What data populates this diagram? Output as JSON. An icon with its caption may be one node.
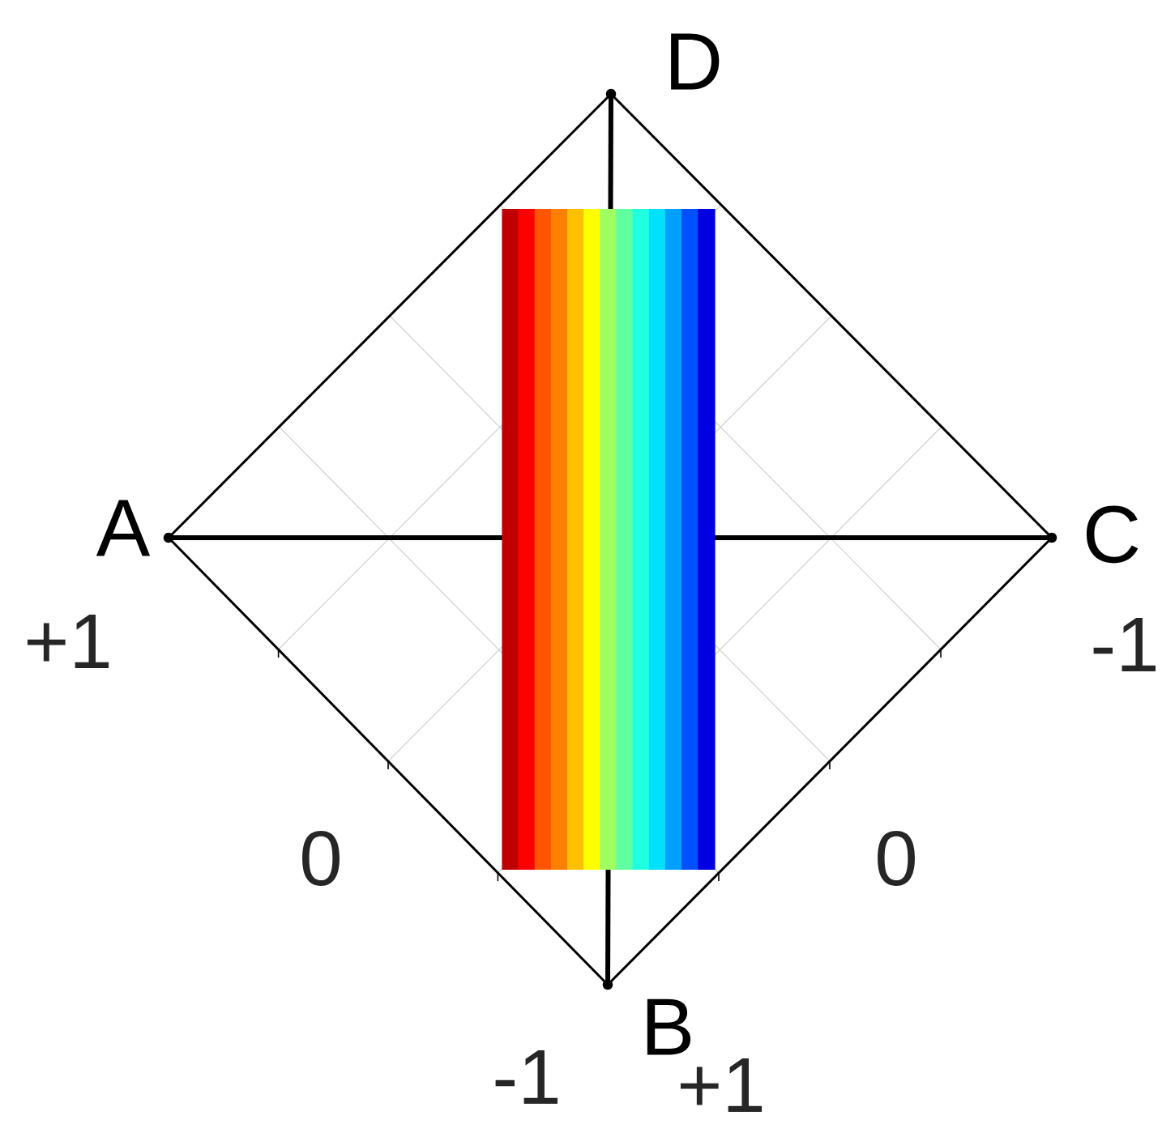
{
  "diagram": {
    "nodes": [
      {
        "text": [],
        "shape": "circle",
        "beside": [
          "D"
        ]
      },
      {
        "text": [],
        "shape": "circle",
        "beside": [
          "A"
        ]
      },
      {
        "text": [],
        "shape": "circle",
        "beside": [
          "C"
        ]
      },
      {
        "text": [],
        "shape": "circle",
        "beside": [
          "B"
        ]
      }
    ],
    "edges": [
      {
        "from": 1,
        "to": 0,
        "arrow": "none"
      },
      {
        "from": 0,
        "to": 2,
        "arrow": "none"
      },
      {
        "from": 2,
        "to": 3,
        "arrow": "none"
      },
      {
        "from": 3,
        "to": 1,
        "arrow": "none"
      },
      {
        "from": 1,
        "to": 2,
        "arrow": "none",
        "style": "thick"
      },
      {
        "from": 0,
        "to": 3,
        "arrow": "none",
        "style": "thick"
      }
    ],
    "labels": [
      "+1",
      "-1",
      "0",
      "0",
      "-1",
      "+1"
    ]
  }
}
